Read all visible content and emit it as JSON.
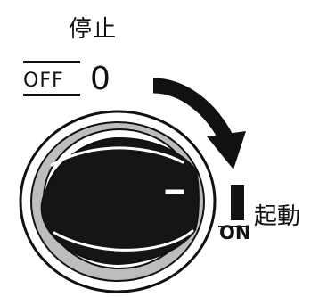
{
  "labels": {
    "stop": "停止",
    "off": "OFF",
    "zero": "0",
    "start": "起動",
    "on": "ON"
  },
  "colors": {
    "ink": "#111111",
    "knob_ring": "#b7b7b7",
    "knob_fill": "#151515",
    "background": "#ffffff"
  },
  "icons": {
    "rotation_arrow": "curved-arrow-icon",
    "indicator": "position-mark-icon"
  }
}
